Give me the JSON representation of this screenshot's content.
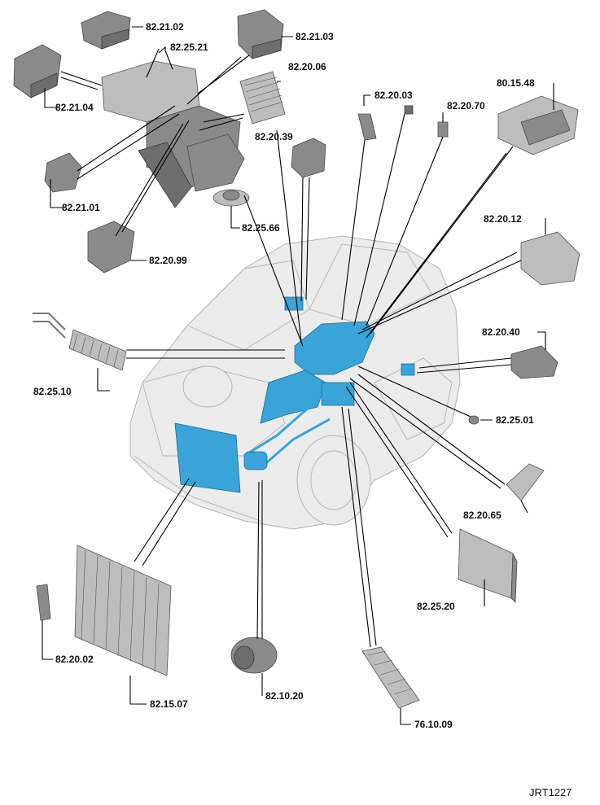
{
  "diagram": {
    "reference": "JRT1227",
    "part_labels": [
      "82.21.02",
      "82.25.21",
      "82.21.03",
      "82.21.04",
      "82.20.06",
      "82.20.03",
      "82.20.70",
      "80.15.48",
      "82.20.39",
      "82.21.01",
      "82.25.66",
      "82.20.99",
      "82.20.12",
      "82.20.40",
      "82.25.10",
      "82.25.01",
      "82.20.65",
      "82.25.20",
      "82.20.02",
      "82.15.07",
      "82.10.20",
      "76.10.09"
    ]
  },
  "colors": {
    "highlight": "#3aa3d8",
    "part_grey": "#8a8a8a",
    "vehicle_ghost": "#ececec",
    "leader_line": "#000000"
  }
}
